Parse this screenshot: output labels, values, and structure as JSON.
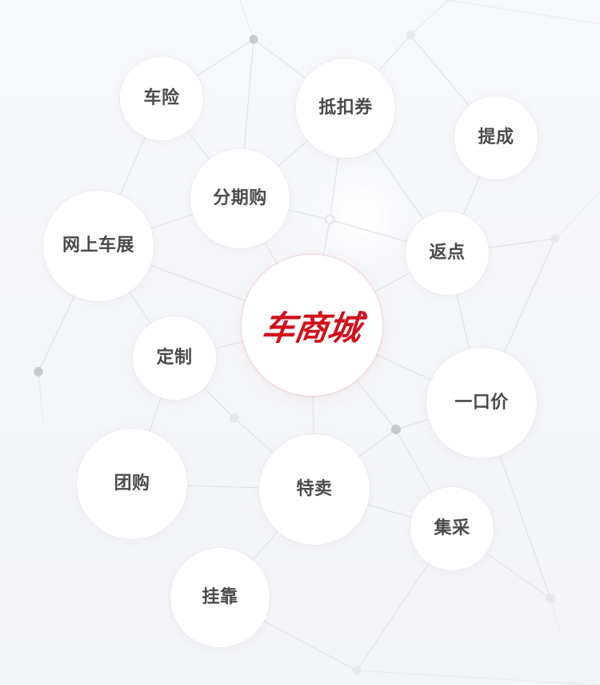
{
  "center": {
    "label": "车商城"
  },
  "bubbles": {
    "car_insurance": "车险",
    "voucher": "抵扣券",
    "commission": "提成",
    "installment": "分期购",
    "online_car_show": "网上车展",
    "rebate": "返点",
    "customization": "定制",
    "fixed_price": "一口价",
    "group_buy": "团购",
    "special_sale": "特卖",
    "centralized_purchase": "集采",
    "affiliation": "挂靠"
  },
  "theme": {
    "background": "#f6f7fb",
    "bubble": "#ffffff",
    "text": "#4b4b4b",
    "accent": "#d0111d",
    "line": "#dcdfe5"
  }
}
